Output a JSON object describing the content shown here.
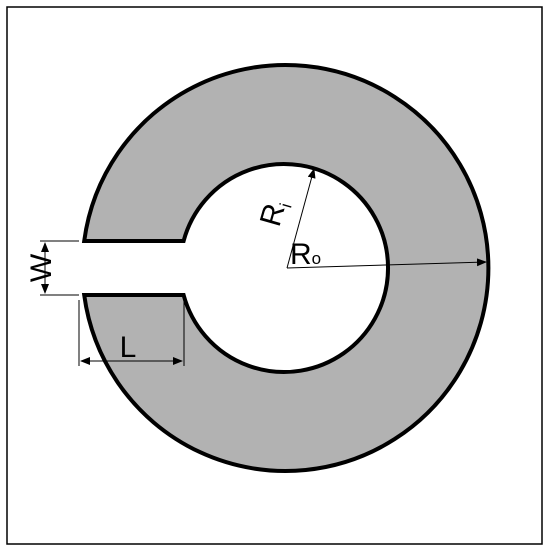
{
  "colors": {
    "ring_fill": "#b2b2b2",
    "stroke": "#000000",
    "background": "#ffffff",
    "hole": "#ffffff"
  },
  "labels": {
    "inner_radius_main": "R",
    "inner_radius_sub": "i",
    "outer_radius_main": "R",
    "outer_radius_sub": "o",
    "slot_width": "W",
    "slot_length": "L"
  }
}
